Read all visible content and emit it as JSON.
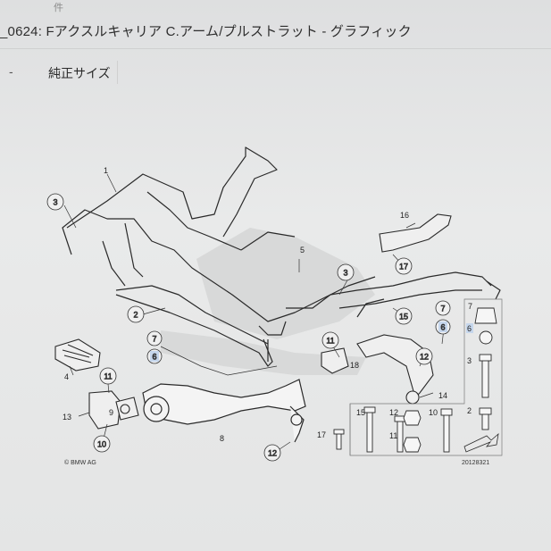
{
  "header": {
    "top_fragment": "件",
    "title": "_0624: Fアクスルキャリア C.アーム/プルストラット - グラフィック",
    "dash": "-",
    "variant_tab": "純正サイズ"
  },
  "diagram": {
    "callouts": [
      {
        "id": "c3a",
        "label": "3"
      },
      {
        "id": "c2",
        "label": "2"
      },
      {
        "id": "c7a",
        "label": "7"
      },
      {
        "id": "c6a",
        "label": "6"
      },
      {
        "id": "c11a",
        "label": "11"
      },
      {
        "id": "c10",
        "label": "10"
      },
      {
        "id": "c12a",
        "label": "12"
      },
      {
        "id": "c3b",
        "label": "3"
      },
      {
        "id": "c17",
        "label": "17"
      },
      {
        "id": "c15",
        "label": "15"
      },
      {
        "id": "c7b",
        "label": "7"
      },
      {
        "id": "c6b",
        "label": "6"
      },
      {
        "id": "c11b",
        "label": "11"
      },
      {
        "id": "c12b",
        "label": "12"
      }
    ],
    "labels": {
      "l1": "1",
      "l4": "4",
      "l5": "5",
      "l8": "8",
      "l9": "9",
      "l13": "13",
      "l14": "14",
      "l16": "16",
      "l18": "18"
    },
    "kit": {
      "top_left": [
        "15",
        "12",
        "10"
      ],
      "bottom_left": [
        "17",
        "11"
      ],
      "right_column": [
        "7",
        "6",
        "3",
        "2"
      ]
    },
    "copyright": "© BMW AG",
    "ref_number": "20128321"
  }
}
